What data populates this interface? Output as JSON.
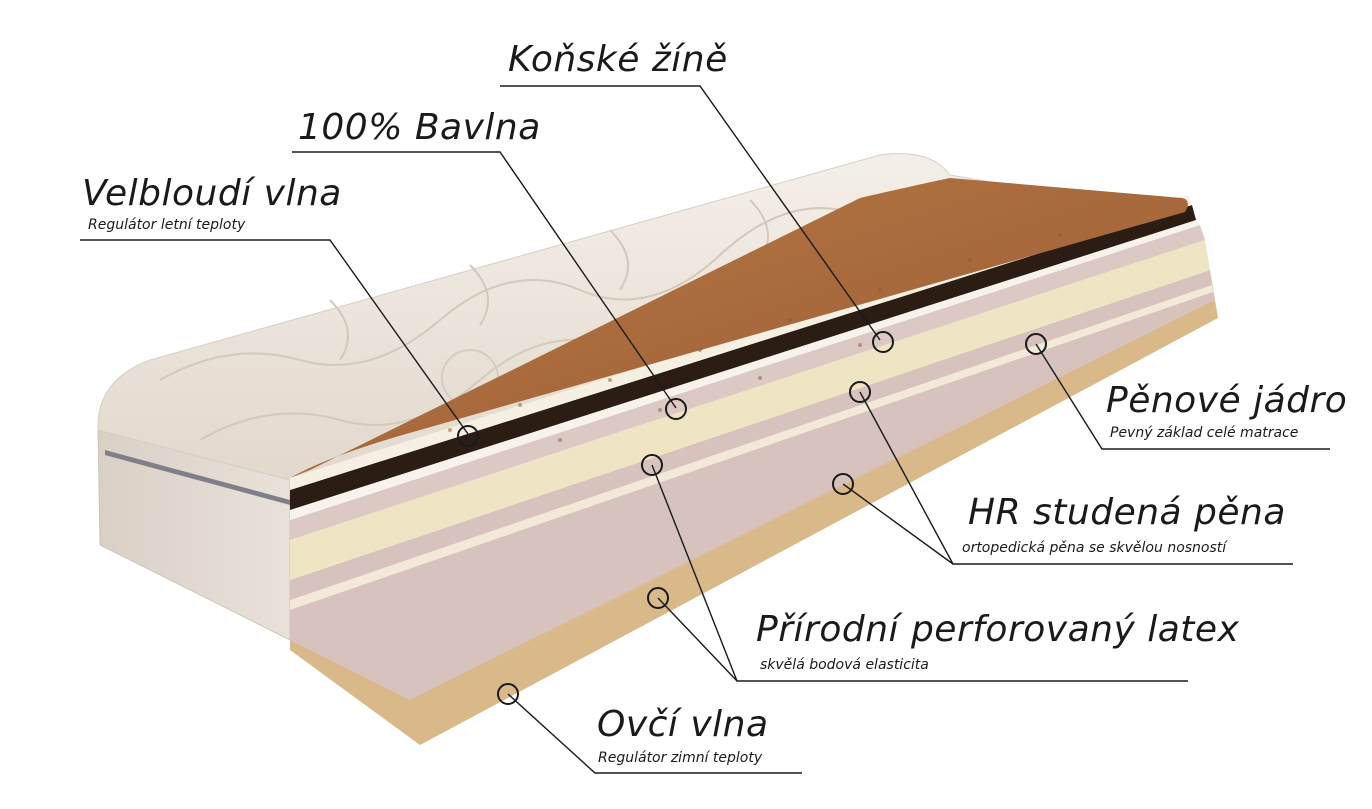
{
  "labels": {
    "konske": {
      "title": "Koňské žíně"
    },
    "bavlna": {
      "title": "100% Bavlna"
    },
    "velbloudi": {
      "title": "Velbloudí vlna",
      "subtitle": "Regulátor letní teploty"
    },
    "penove": {
      "title": "Pěnové jádro",
      "subtitle": "Pevný základ celé matrace"
    },
    "hr": {
      "title": "HR studená pěna",
      "subtitle": "ortopedická pěna se skvělou nosností"
    },
    "latex": {
      "title": "Přírodní perforovaný latex",
      "subtitle": "skvělá bodová elasticita"
    },
    "ovci": {
      "title": "Ovčí vlna",
      "subtitle": "Regulátor zimní teploty"
    }
  },
  "colors": {
    "coconut": "#a8683a",
    "horsehair": "#2b1c14",
    "cover": "#ece5db",
    "foam_pink": "#d8c2bd",
    "foam_cream": "#f1e7c8",
    "line": "#1a1a1a"
  }
}
